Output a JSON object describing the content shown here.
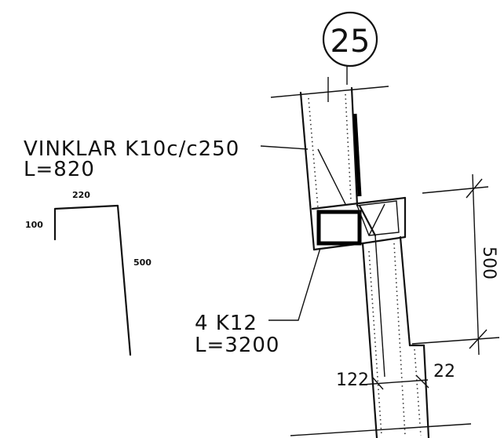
{
  "grid": {
    "label": "25"
  },
  "stirrup": {
    "spec": "VINKLAR K10c/c250",
    "length": "L=820",
    "dim_top": "220",
    "dim_left": "100",
    "dim_side": "500"
  },
  "bars": {
    "spec": "4 K12",
    "length": "L=3200"
  },
  "dimensions": {
    "vertical": "500",
    "left_offset": "122",
    "right_offset": "22"
  }
}
